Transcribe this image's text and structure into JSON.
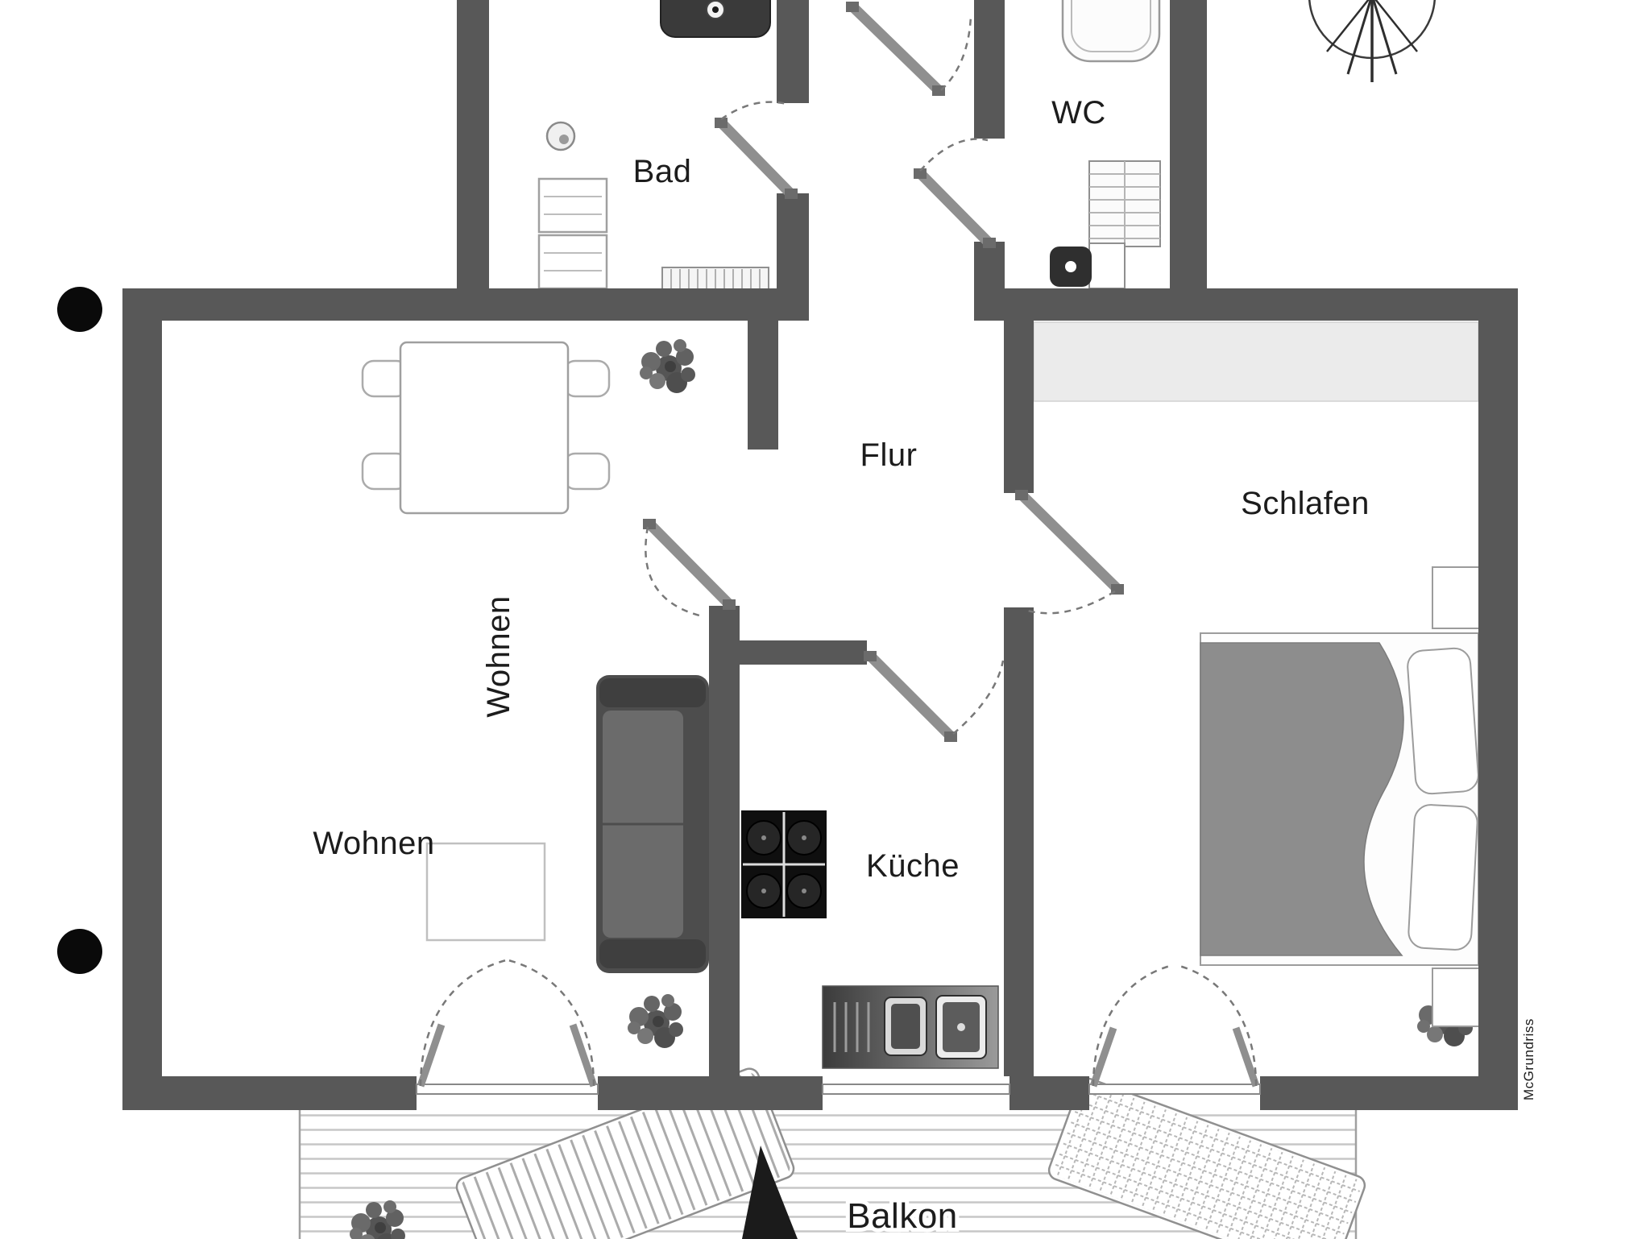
{
  "colors": {
    "paper": "#ffffff",
    "wall": "#585858",
    "ink": "#1c1c1c",
    "punch_hole": "#0a0a0a"
  },
  "labels": {
    "bad": "Bad",
    "wc": "WC",
    "flur": "Flur",
    "schlafen": "Schlafen",
    "wohnen_vertical": "Wohnen",
    "wohnen_horizontal": "Wohnen",
    "kueche": "Küche",
    "balkon": "Balkon",
    "watermark": "McGrundriss"
  }
}
